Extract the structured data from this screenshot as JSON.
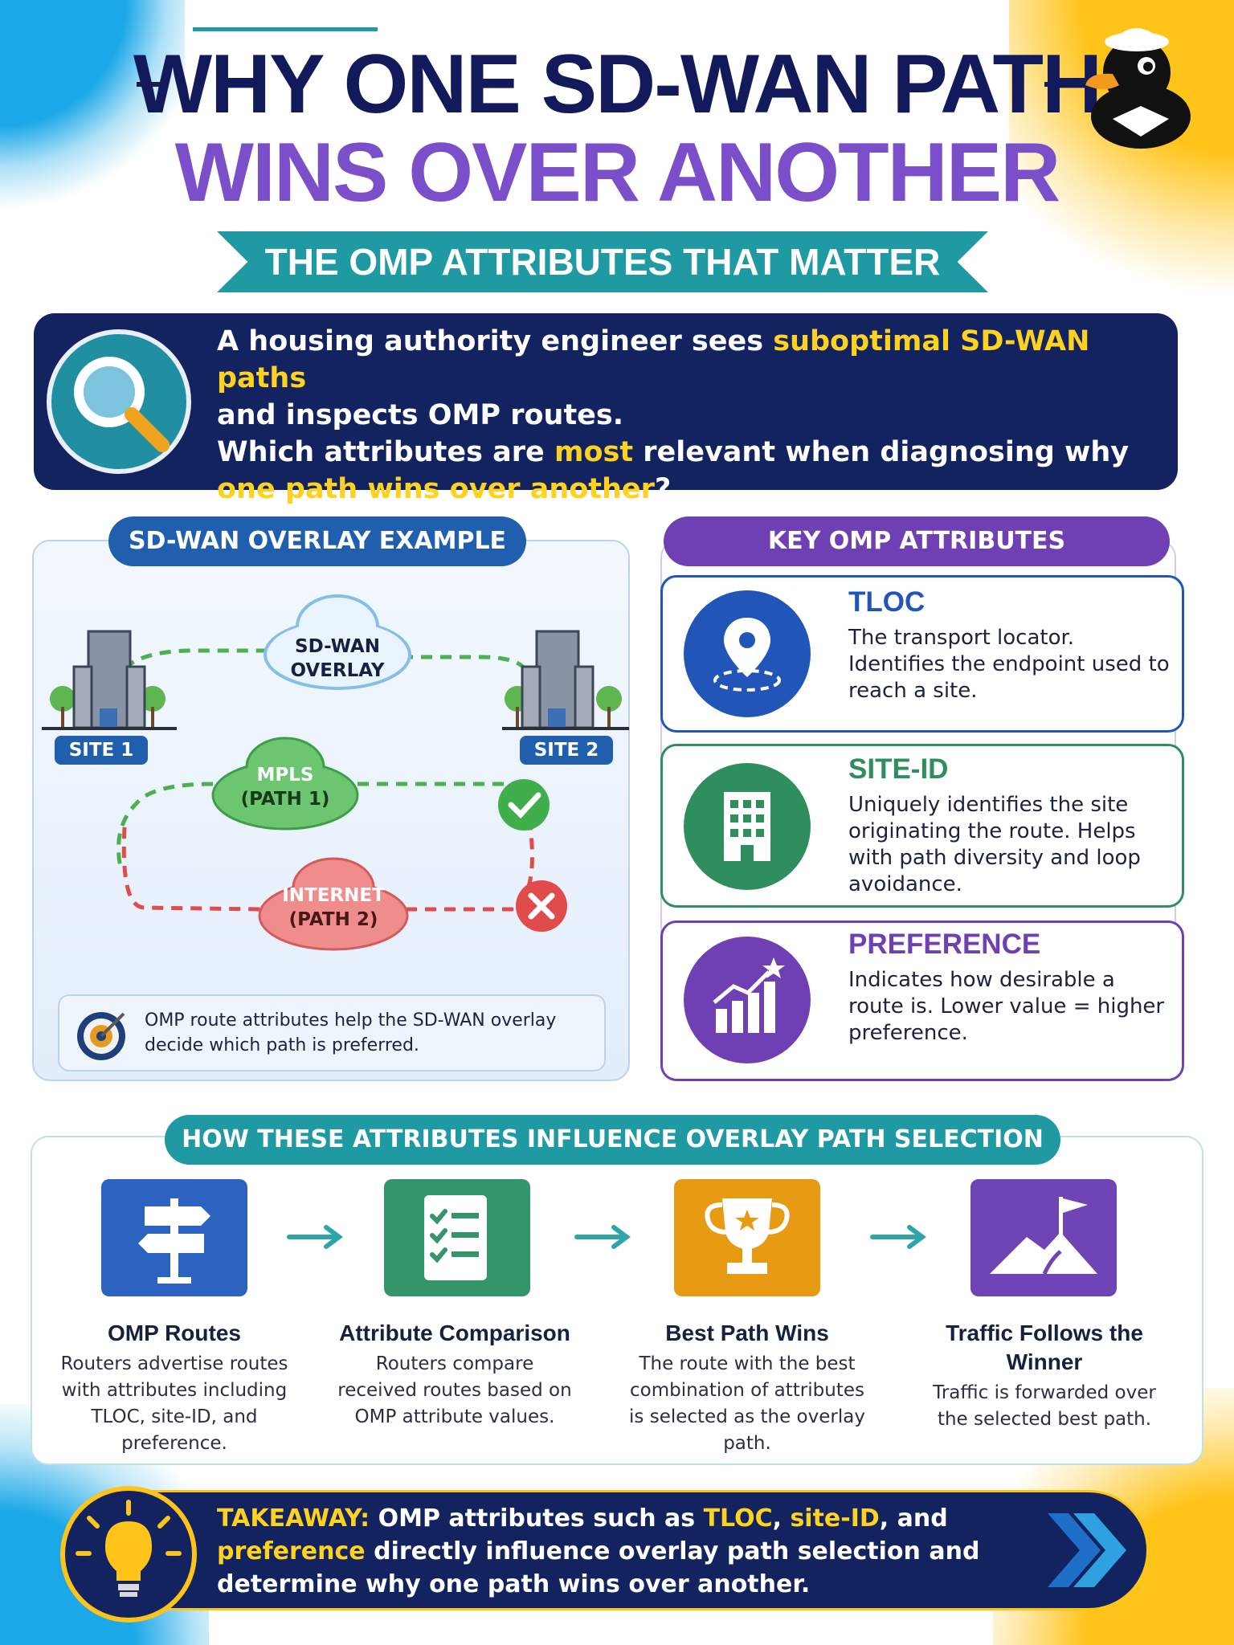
{
  "header": {
    "title_line1": "WHY ONE SD-WAN PATH",
    "title_line2": "WINS OVER ANOTHER",
    "subtitle": "THE OMP ATTRIBUTES THAT MATTER"
  },
  "question": {
    "part1": "A housing authority engineer sees ",
    "highlight1": "suboptimal SD-WAN paths",
    "part2": " and inspects OMP routes.",
    "part3": "Which attributes are ",
    "highlight2": "most",
    "part4": " relevant when diagnosing why ",
    "highlight3": "one path wins over another",
    "part5": "?"
  },
  "overlay_example": {
    "heading": "SD-WAN OVERLAY EXAMPLE",
    "site1": "SITE 1",
    "site2": "SITE 2",
    "overlay_cloud_line1": "SD-WAN",
    "overlay_cloud_line2": "OVERLAY",
    "mpls_line1": "MPLS",
    "mpls_line2": "(PATH 1)",
    "internet_line1": "INTERNET",
    "internet_line2": "(PATH 2)",
    "info": "OMP route attributes help the SD-WAN overlay decide which path is preferred."
  },
  "attributes": {
    "heading": "KEY OMP ATTRIBUTES",
    "items": [
      {
        "title": "TLOC",
        "desc": "The transport locator. Identifies the endpoint used to reach a site.",
        "color": "#2156b8",
        "icon": "location-pin-icon"
      },
      {
        "title": "SITE-ID",
        "desc": "Uniquely identifies the site originating the route. Helps with path diversity and loop avoidance.",
        "color": "#2e8e5d",
        "icon": "building-icon"
      },
      {
        "title": "PREFERENCE",
        "desc": "Indicates how desirable a route is. Lower value = higher preference.",
        "color": "#6f40b3",
        "icon": "growth-chart-icon"
      }
    ]
  },
  "flow": {
    "heading": "HOW THESE ATTRIBUTES INFLUENCE OVERLAY PATH SELECTION",
    "steps": [
      {
        "title": "OMP Routes",
        "desc": "Routers advertise routes with attributes including TLOC, site-ID, and preference.",
        "color": "#2c62c0",
        "icon": "signpost-icon"
      },
      {
        "title": "Attribute Comparison",
        "desc": "Routers compare received routes based on OMP attribute values.",
        "color": "#35956a",
        "icon": "checklist-icon"
      },
      {
        "title": "Best Path Wins",
        "desc": "The route with the best combination of attributes is selected as the overlay path.",
        "color": "#e69b12",
        "icon": "trophy-icon"
      },
      {
        "title": "Traffic Follows the Winner",
        "desc": "Traffic is forwarded over the selected best path.",
        "color": "#6f45b5",
        "icon": "flag-mountain-icon"
      }
    ]
  },
  "takeaway": {
    "label": "TAKEAWAY:",
    "part1": " OMP attributes such as ",
    "tloc": "TLOC",
    "sep1": ", ",
    "siteid": "site-ID",
    "sep2": ", and ",
    "pref": "preference",
    "part2": " directly influence overlay path selection and determine why one path wins over another."
  },
  "colors": {
    "navy": "#122360",
    "purple": "#7b4fc9",
    "teal": "#1f9aa3",
    "highlight": "#ffd21f",
    "green_path": "#4caf50",
    "red_path": "#e24b4b"
  }
}
